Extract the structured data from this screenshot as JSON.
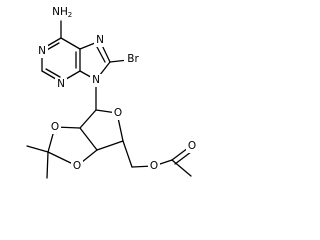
{
  "structure": {
    "labels": {
      "amino_n": "NH",
      "amino_sub": "2",
      "pyrimidine_n1": "N",
      "pyrimidine_n3": "N",
      "imidazole_n7": "N",
      "imidazole_n9": "N",
      "bromo": "Br",
      "furanose_o": "O",
      "dioxolane_o_upper": "O",
      "dioxolane_o_lower": "O",
      "ester_o": "O",
      "carbonyl_o": "O"
    }
  }
}
